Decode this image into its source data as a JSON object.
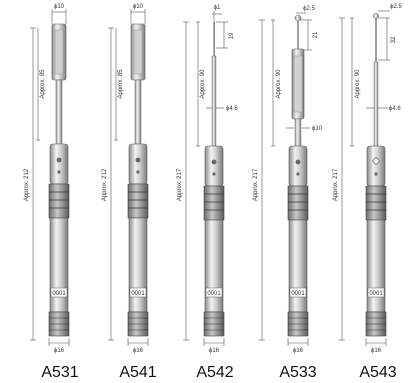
{
  "probes": [
    {
      "model": "A531",
      "top_diameter": "ϕ10",
      "tip_length": "Approx. 85",
      "overall_length": "Approx. 212",
      "serial": "0001",
      "bottom_diameter": "ϕ16"
    },
    {
      "model": "A541",
      "top_diameter": "ϕ10",
      "tip_length": "Approx. 85",
      "overall_length": "Approx. 212",
      "serial": "0001",
      "bottom_diameter": "ϕ16"
    },
    {
      "model": "A542",
      "top_diameter": "ϕ1",
      "tip_small": "19",
      "tip_length": "Approx. 90",
      "shaft_diameter": "ϕ4.6",
      "overall_length": "Approx. 217",
      "serial": "0001",
      "bottom_diameter": "ϕ16"
    },
    {
      "model": "A533",
      "top_diameter": "ϕ2.5",
      "tip_small": "21",
      "tip_length": "Approx. 90",
      "shaft_diameter": "ϕ10",
      "overall_length": "Approx. 217",
      "serial": "0001",
      "bottom_diameter": "ϕ16"
    },
    {
      "model": "A543",
      "top_diameter": "ϕ2.5",
      "tip_small": "32",
      "tip_length": "Approx. 90",
      "shaft_diameter": "ϕ4.6",
      "overall_length": "Approx. 217",
      "serial": "0001",
      "bottom_diameter": "ϕ16"
    }
  ]
}
